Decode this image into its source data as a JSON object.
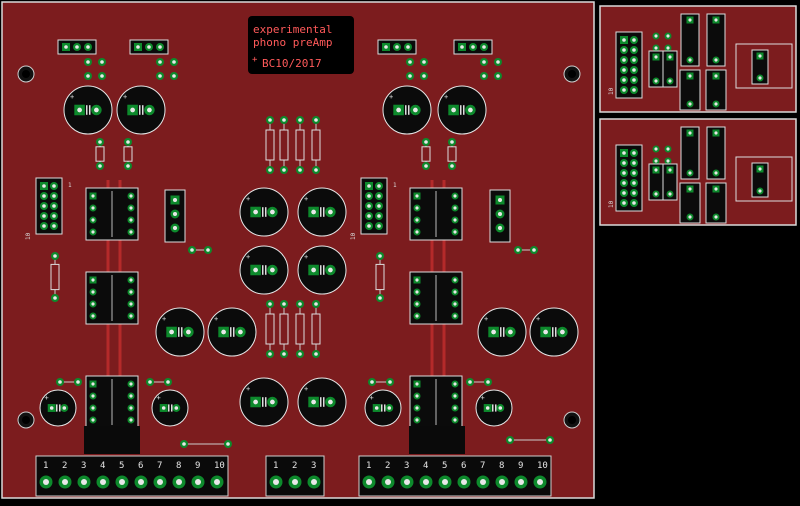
{
  "title": {
    "line1": "experimental",
    "line2": "phono preAmp",
    "line3": "BC10/2017"
  },
  "labels": {
    "connector_left": [
      "1",
      "2",
      "3",
      "4",
      "5",
      "6",
      "7",
      "8",
      "9",
      "10"
    ],
    "connector_center": [
      "1",
      "2",
      "3"
    ],
    "connector_right": [
      "1",
      "2",
      "3",
      "4",
      "5",
      "6",
      "7",
      "8",
      "9",
      "10"
    ],
    "header_pin1": "1",
    "header_pin10": "10",
    "side_pin10": "10"
  },
  "colors": {
    "board": "#7c1c1e",
    "outline": "#d9d9d9",
    "copper": "#0d8a2c",
    "drill": "#e8e8e8",
    "dark": "#0a0a0a",
    "title_text": "#ff5a5a",
    "outline_red": "#f07070"
  }
}
